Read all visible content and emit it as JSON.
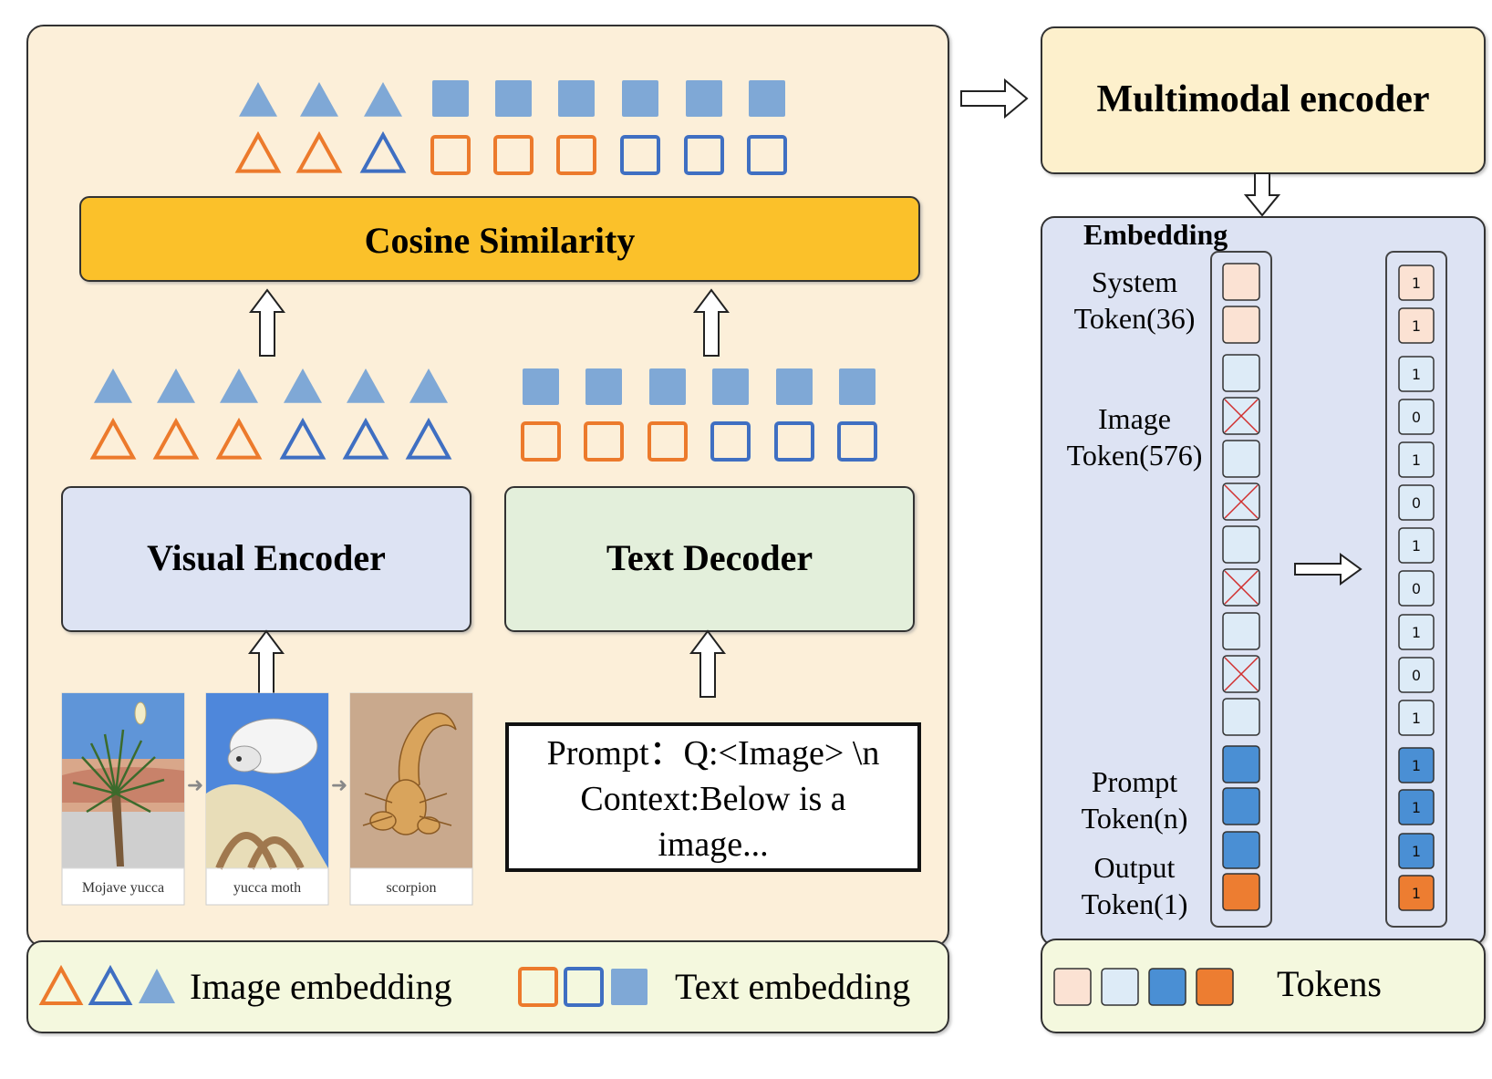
{
  "colors": {
    "panel_bg": "#fcefd9",
    "panel_border": "#333333",
    "multimodal_bg": "#fdf0cc",
    "embedding_bg": "#dde3f3",
    "legend_bg": "#f4f8de",
    "cosine_bg": "#fbc12b",
    "visual_encoder_bg": "#dde3f3",
    "text_decoder_bg": "#e3efdb",
    "orange": "#ec7a2c",
    "blue_outline": "#3f6fc2",
    "blue_fill": "#7fa8d6",
    "token_system": "#fbe2d3",
    "token_image": "#ddebf7",
    "token_prompt": "#4a8fd4",
    "token_output": "#ed7d31",
    "masked_x": "#d12f2f"
  },
  "left_panel": {
    "cosine_label": "Cosine Similarity",
    "visual_encoder_label": "Visual Encoder",
    "text_decoder_label": "Text Decoder",
    "top_row_filled": [
      "triangle",
      "triangle",
      "triangle",
      "square",
      "square",
      "square",
      "square",
      "square",
      "square"
    ],
    "top_row_outline": [
      {
        "shape": "triangle",
        "color": "orange"
      },
      {
        "shape": "triangle",
        "color": "orange"
      },
      {
        "shape": "triangle",
        "color": "blue"
      },
      {
        "shape": "square",
        "color": "orange"
      },
      {
        "shape": "square",
        "color": "orange"
      },
      {
        "shape": "square",
        "color": "orange"
      },
      {
        "shape": "square",
        "color": "blue"
      },
      {
        "shape": "square",
        "color": "blue"
      },
      {
        "shape": "square",
        "color": "blue"
      }
    ],
    "image_outline_colors": [
      "orange",
      "orange",
      "orange",
      "blue",
      "blue",
      "blue"
    ],
    "text_outline_colors": [
      "orange",
      "orange",
      "orange",
      "blue",
      "blue",
      "blue"
    ],
    "images": [
      {
        "caption": "Mojave yucca",
        "icon": "yucca-plant-illustration"
      },
      {
        "caption": "yucca moth",
        "icon": "moth-illustration"
      },
      {
        "caption": "scorpion",
        "icon": "scorpion-illustration"
      }
    ],
    "prompt_lines": [
      "Prompt：Q:<Image> \\n",
      "Context:Below is a",
      "image..."
    ]
  },
  "legend_left": {
    "image_label": "Image embedding",
    "text_label": "Text embedding"
  },
  "right_panel": {
    "multimodal_label": "Multimodal encoder",
    "embedding_title": "Embedding",
    "group_labels": [
      {
        "lines": [
          "System",
          "Token(36)"
        ]
      },
      {
        "lines": [
          "Image",
          "Token(576)"
        ]
      },
      {
        "lines": [
          "Prompt",
          "Token(n)"
        ]
      },
      {
        "lines": [
          "Output",
          "Token(1)"
        ]
      }
    ],
    "tokens": [
      {
        "type": "system",
        "masked": false,
        "value": "1"
      },
      {
        "type": "system",
        "masked": false,
        "value": "1"
      },
      {
        "type": "image",
        "masked": false,
        "value": "1"
      },
      {
        "type": "image",
        "masked": true,
        "value": "0"
      },
      {
        "type": "image",
        "masked": false,
        "value": "1"
      },
      {
        "type": "image",
        "masked": true,
        "value": "0"
      },
      {
        "type": "image",
        "masked": false,
        "value": "1"
      },
      {
        "type": "image",
        "masked": true,
        "value": "0"
      },
      {
        "type": "image",
        "masked": false,
        "value": "1"
      },
      {
        "type": "image",
        "masked": true,
        "value": "0"
      },
      {
        "type": "image",
        "masked": false,
        "value": "1"
      },
      {
        "type": "prompt",
        "masked": false,
        "value": "1"
      },
      {
        "type": "prompt",
        "masked": false,
        "value": "1"
      },
      {
        "type": "prompt",
        "masked": false,
        "value": "1"
      },
      {
        "type": "output",
        "masked": false,
        "value": "1"
      }
    ]
  },
  "legend_right": {
    "tokens_label": "Tokens",
    "swatches": [
      "system",
      "image",
      "prompt",
      "output"
    ]
  }
}
